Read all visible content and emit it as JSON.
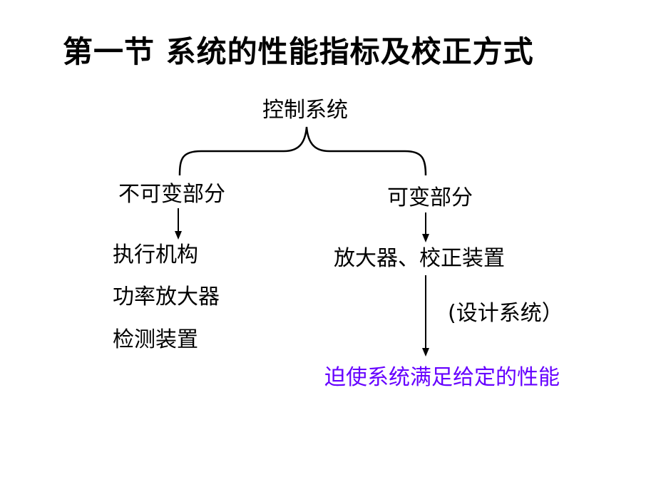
{
  "title": "第一节 系统的性能指标及校正方式",
  "root": "控制系统",
  "left_branch": {
    "label": "不可变部分",
    "items": [
      "执行机构",
      "功率放大器",
      "检测装置"
    ]
  },
  "right_branch": {
    "label": "可变部分",
    "item": "放大器、校正装置",
    "note": "(设计系统）",
    "result": "迫使系统满足给定的性能"
  },
  "colors": {
    "text": "#000000",
    "result": "#6600ff",
    "background": "#ffffff"
  }
}
